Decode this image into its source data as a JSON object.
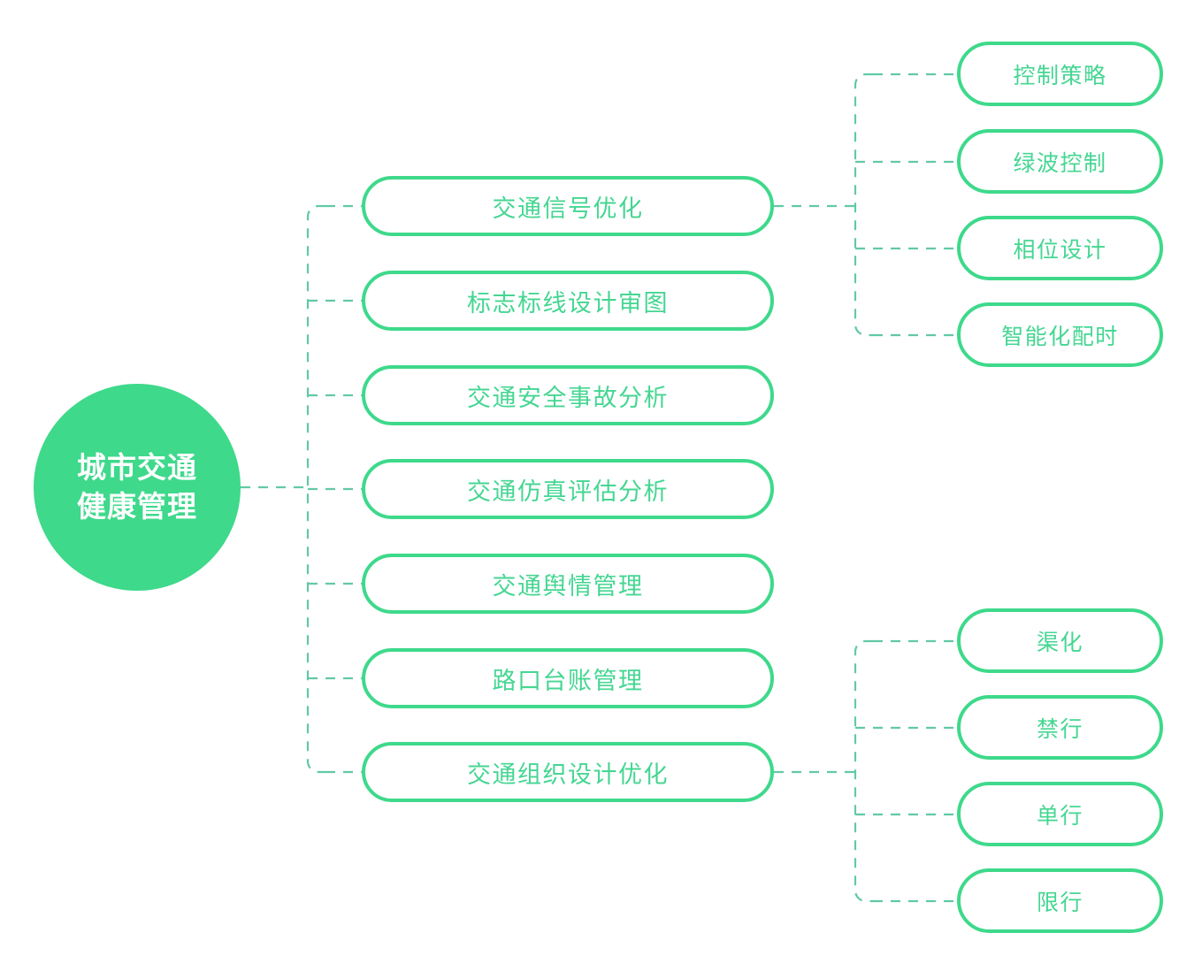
{
  "diagram": {
    "type": "mindmap-tree",
    "orientation": "left-to-right",
    "colors": {
      "node_fill": "#ffffff",
      "node_border": "#3ed98b",
      "node_text": "#45d692",
      "root_fill": "#3ed98b",
      "root_text": "#ffffff",
      "connector": "#62c9a4",
      "background": "#ffffff"
    },
    "root": {
      "label_lines": [
        "城市交通",
        "健康管理"
      ],
      "label": "城市交通健康管理"
    },
    "branches": [
      {
        "id": "traffic-signal-optimization",
        "label": "交通信号优化"
      },
      {
        "id": "sign-marking-design-review",
        "label": "标志标线设计审图"
      },
      {
        "id": "traffic-safety-accident-analysis",
        "label": "交通安全事故分析"
      },
      {
        "id": "traffic-simulation-evaluation-analysis",
        "label": "交通仿真评估分析"
      },
      {
        "id": "traffic-public-opinion-management",
        "label": "交通舆情管理"
      },
      {
        "id": "intersection-ledger-management",
        "label": "路口台账管理"
      },
      {
        "id": "traffic-organization-design-optimization",
        "label": "交通组织设计优化"
      }
    ],
    "leaf_groups": [
      {
        "parent_id": "traffic-signal-optimization",
        "parent_label": "交通信号优化",
        "items": [
          {
            "id": "control-strategy",
            "label": "控制策略"
          },
          {
            "id": "green-wave-control",
            "label": "绿波控制"
          },
          {
            "id": "phase-design",
            "label": "相位设计"
          },
          {
            "id": "intelligent-timing",
            "label": "智能化配时"
          }
        ]
      },
      {
        "parent_id": "traffic-organization-design-optimization",
        "parent_label": "交通组织设计优化",
        "items": [
          {
            "id": "channelization",
            "label": "渠化"
          },
          {
            "id": "no-through-traffic",
            "label": "禁行"
          },
          {
            "id": "one-way",
            "label": "单行"
          },
          {
            "id": "restricted-traffic",
            "label": "限行"
          }
        ]
      }
    ]
  }
}
